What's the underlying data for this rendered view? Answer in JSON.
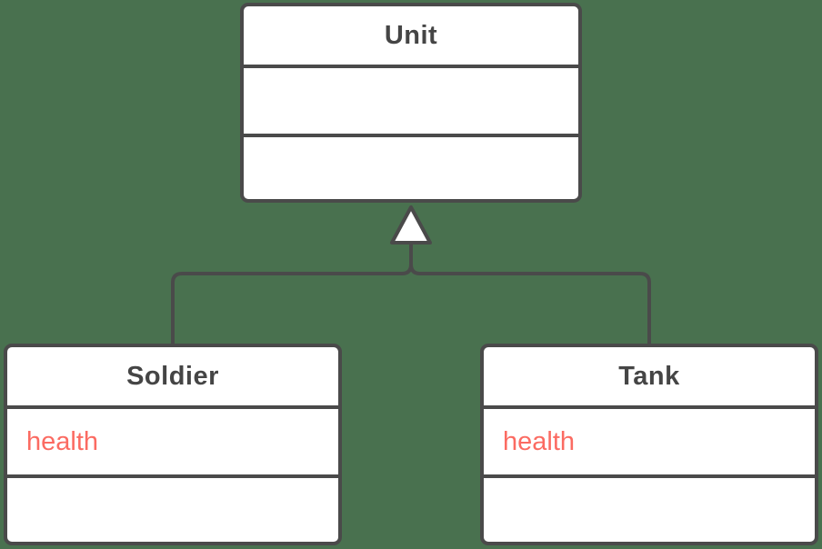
{
  "diagram": {
    "type": "uml-class-inheritance",
    "classes": [
      {
        "id": "unit",
        "title": "Unit",
        "attributes": [],
        "methods": []
      },
      {
        "id": "soldier",
        "title": "Soldier",
        "attributes": [
          "health"
        ],
        "methods": []
      },
      {
        "id": "tank",
        "title": "Tank",
        "attributes": [
          "health"
        ],
        "methods": []
      }
    ],
    "relationships": [
      {
        "type": "inheritance",
        "from": "Soldier",
        "to": "Unit"
      },
      {
        "type": "inheritance",
        "from": "Tank",
        "to": "Unit"
      }
    ]
  },
  "colors": {
    "background": "#49714F",
    "box_fill": "#FFFFFF",
    "border": "#4A4A4A",
    "title_text": "#454545",
    "attribute_text": "#FB6B62"
  }
}
